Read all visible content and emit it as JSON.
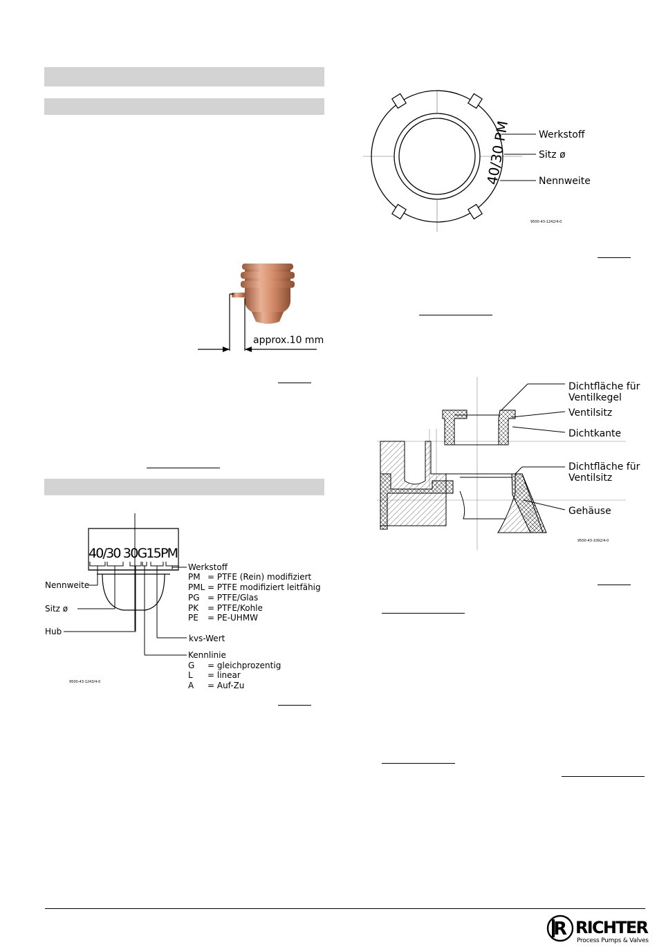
{
  "fig_seat_marking": {
    "labels": {
      "material": "Werkstoff",
      "seat": "Sitz ø",
      "nominal": "Nennweite"
    },
    "marking": "40/30 PM",
    "ref": "9500-43-1242/4-0"
  },
  "fig_plug": {
    "dimension": "approx.10 mm"
  },
  "fig_section": {
    "labels": {
      "seal_plug": "Dichtfläche für Ventilkegel",
      "seat": "Ventilsitz",
      "edge": "Dichtkante",
      "seal_seat": "Dichtfläche für Ventilsitz",
      "housing": "Gehäuse"
    },
    "ref": "9500-43-1092/4-0"
  },
  "fig_code": {
    "code": "40/30 30G15PM",
    "nominal": "Nennweite",
    "seat": "Sitz ø",
    "stroke": "Hub",
    "material_title": "Werkstoff",
    "materials": [
      {
        "key": "PM",
        "value": "= PTFE (Rein) modifiziert"
      },
      {
        "key": "PML",
        "value": "= PTFE modifiziert leitfähig"
      },
      {
        "key": "PG",
        "value": "= PTFE/Glas"
      },
      {
        "key": "PK",
        "value": "= PTFE/Kohle"
      },
      {
        "key": "PE",
        "value": "= PE-UHMW"
      }
    ],
    "kvs": "kvs-Wert",
    "char_title": "Kennlinie",
    "characteristics": [
      {
        "key": "G",
        "value": "= gleichprozentig"
      },
      {
        "key": "L",
        "value": "= linear"
      },
      {
        "key": "A",
        "value": "= Auf-Zu"
      }
    ],
    "ref": "9500-43-1243/4-0"
  },
  "logo": {
    "name": "RICHTER",
    "tagline": "Process Pumps & Valves"
  }
}
